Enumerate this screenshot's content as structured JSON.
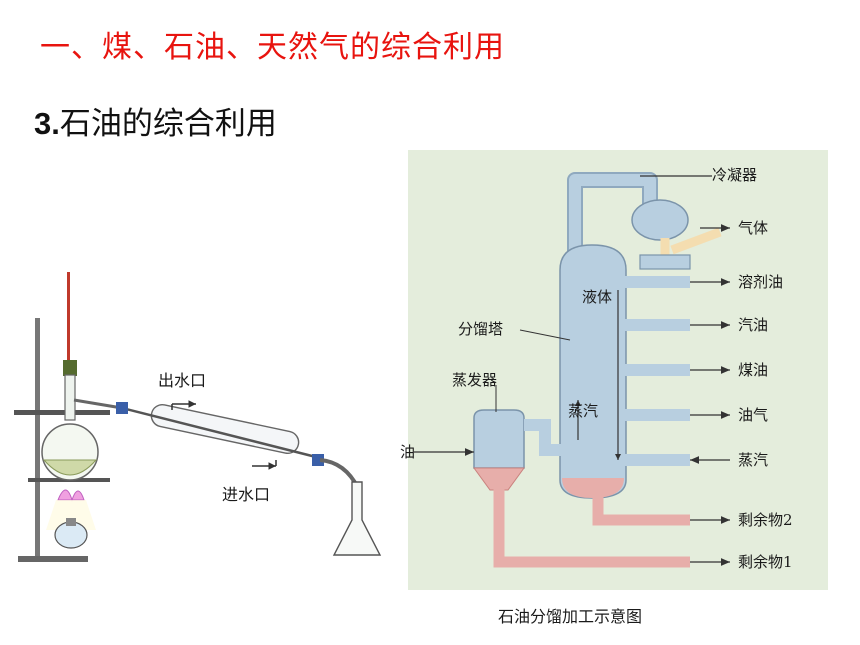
{
  "slide": {
    "heading": "一、煤、石油、天然气的综合利用",
    "subheading_num": "3.",
    "subheading_text": "石油的综合利用"
  },
  "distillation_apparatus": {
    "water_outlet": "出水口",
    "water_inlet": "进水口"
  },
  "fractionation_diagram": {
    "condenser": "冷凝器",
    "gas": "气体",
    "solvent_oil": "溶剂油",
    "liquid": "液体",
    "tower": "分馏塔",
    "gasoline": "汽油",
    "evaporator": "蒸发器",
    "kerosene": "煤油",
    "steam_inside": "蒸汽",
    "oil_gas": "油气",
    "steam_in": "蒸汽",
    "residue2": "剩余物2",
    "residue1": "剩余物1",
    "feed_cut": "油",
    "caption": "石油分馏加工示意图"
  },
  "colors": {
    "heading": "#e8140f",
    "panel": "#e4eddc",
    "pipe_blue": "#b8cfe0",
    "pipe_red": "#e7aeaa"
  }
}
